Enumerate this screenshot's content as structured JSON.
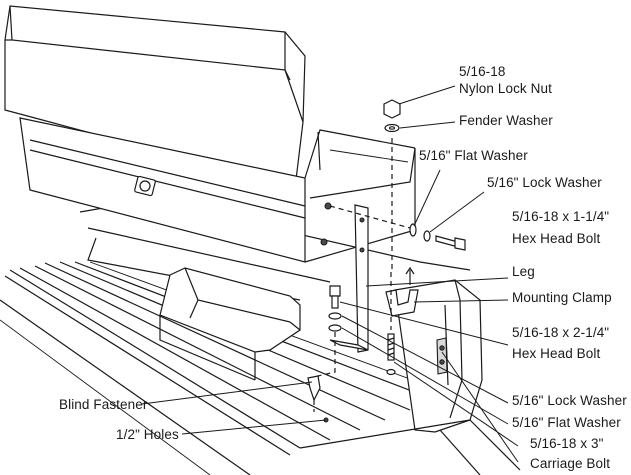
{
  "labels": {
    "nylon_lock_nut_size": "5/16-18",
    "nylon_lock_nut": "Nylon Lock Nut",
    "fender_washer": "Fender Washer",
    "flat_washer_top": "5/16\" Flat Washer",
    "lock_washer_top": "5/16\" Lock Washer",
    "hex_bolt_short_size": "5/16-18 x 1-1/4\"",
    "hex_bolt_short": "Hex Head Bolt",
    "leg": "Leg",
    "mounting_clamp": "Mounting Clamp",
    "hex_bolt_long_size": "5/16-18 x 2-1/4\"",
    "hex_bolt_long": "Hex Head Bolt",
    "blind_fastener": "Blind Fastener",
    "holes": "1/2\" Holes",
    "lock_washer_bottom": "5/16\" Lock Washer",
    "flat_washer_bottom": "5/16\" Flat Washer",
    "carriage_bolt_size": "5/16-18 x 3\"",
    "carriage_bolt": "Carriage Bolt"
  }
}
